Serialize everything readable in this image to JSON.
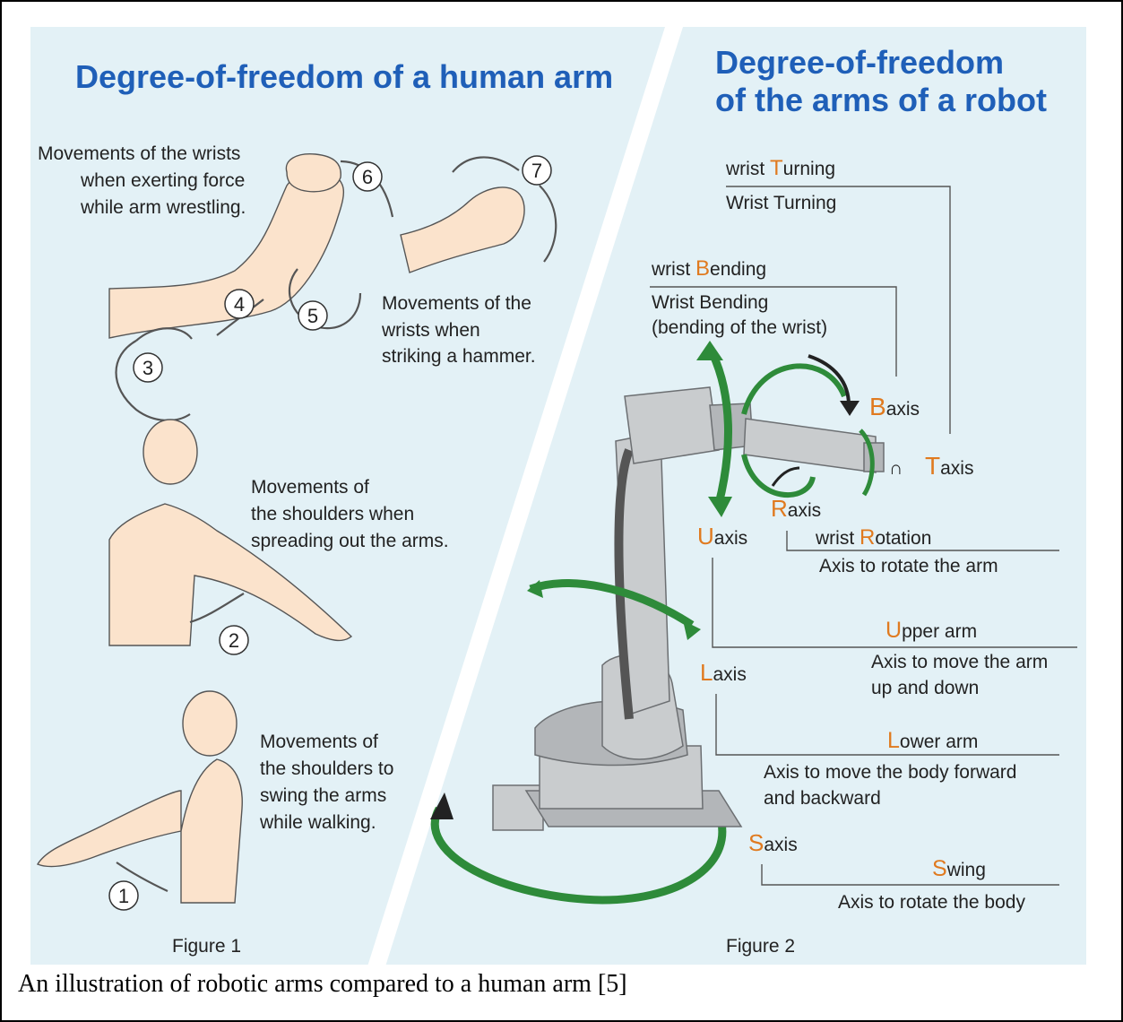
{
  "left_panel": {
    "title": "Degree-of-freedom of a human arm",
    "wrist_force_note": [
      "Movements of the wrists",
      "when exerting force",
      "while arm wrestling."
    ],
    "wrist_hammer_note": [
      "Movements of the",
      "wrists when",
      "striking a hammer."
    ],
    "shoulder_spread_note": [
      "Movements of",
      "the shoulders when",
      "spreading out the arms."
    ],
    "shoulder_swing_note": [
      "Movements of",
      "the shoulders to",
      "swing the arms",
      "while walking."
    ],
    "markers": [
      "1",
      "2",
      "3",
      "4",
      "5",
      "6",
      "7"
    ],
    "figure_label": "Figure 1"
  },
  "right_panel": {
    "title_line1": "Degree-of-freedom",
    "title_line2": "of the arms of a robot",
    "figure_label": "Figure 2",
    "axes": {
      "t": {
        "letter": "T",
        "rest": "axis",
        "head_letter": "T",
        "head_prefix": "wrist ",
        "head_rest": "urning",
        "desc": "Wrist Turning"
      },
      "b": {
        "letter": "B",
        "rest": "axis",
        "head_letter": "B",
        "head_prefix": "wrist ",
        "head_rest": "ending",
        "desc1": "Wrist Bending",
        "desc2": "(bending of the wrist)"
      },
      "r": {
        "letter": "R",
        "rest": "axis",
        "head_letter": "R",
        "head_prefix": "wrist ",
        "head_rest": "otation",
        "desc": "Axis to rotate the arm"
      },
      "u": {
        "letter": "U",
        "rest": "axis",
        "head_letter": "U",
        "head_rest": "pper arm",
        "desc1": "Axis to move the arm",
        "desc2": "up and down"
      },
      "l": {
        "letter": "L",
        "rest": "axis",
        "head_letter": "L",
        "head_rest": "ower arm",
        "desc1": "Axis to move the body forward",
        "desc2": "and backward"
      },
      "s": {
        "letter": "S",
        "rest": "axis",
        "head_letter": "S",
        "head_rest": "wing",
        "desc": "Axis to rotate the body"
      }
    }
  },
  "caption": "An illustration of robotic arms compared to a human arm [5]",
  "colors": {
    "panel_bg": "#e3f1f6",
    "title_blue": "#1f5fb8",
    "axis_orange": "#e07a1f",
    "arrow_green": "#2e8b3a"
  }
}
